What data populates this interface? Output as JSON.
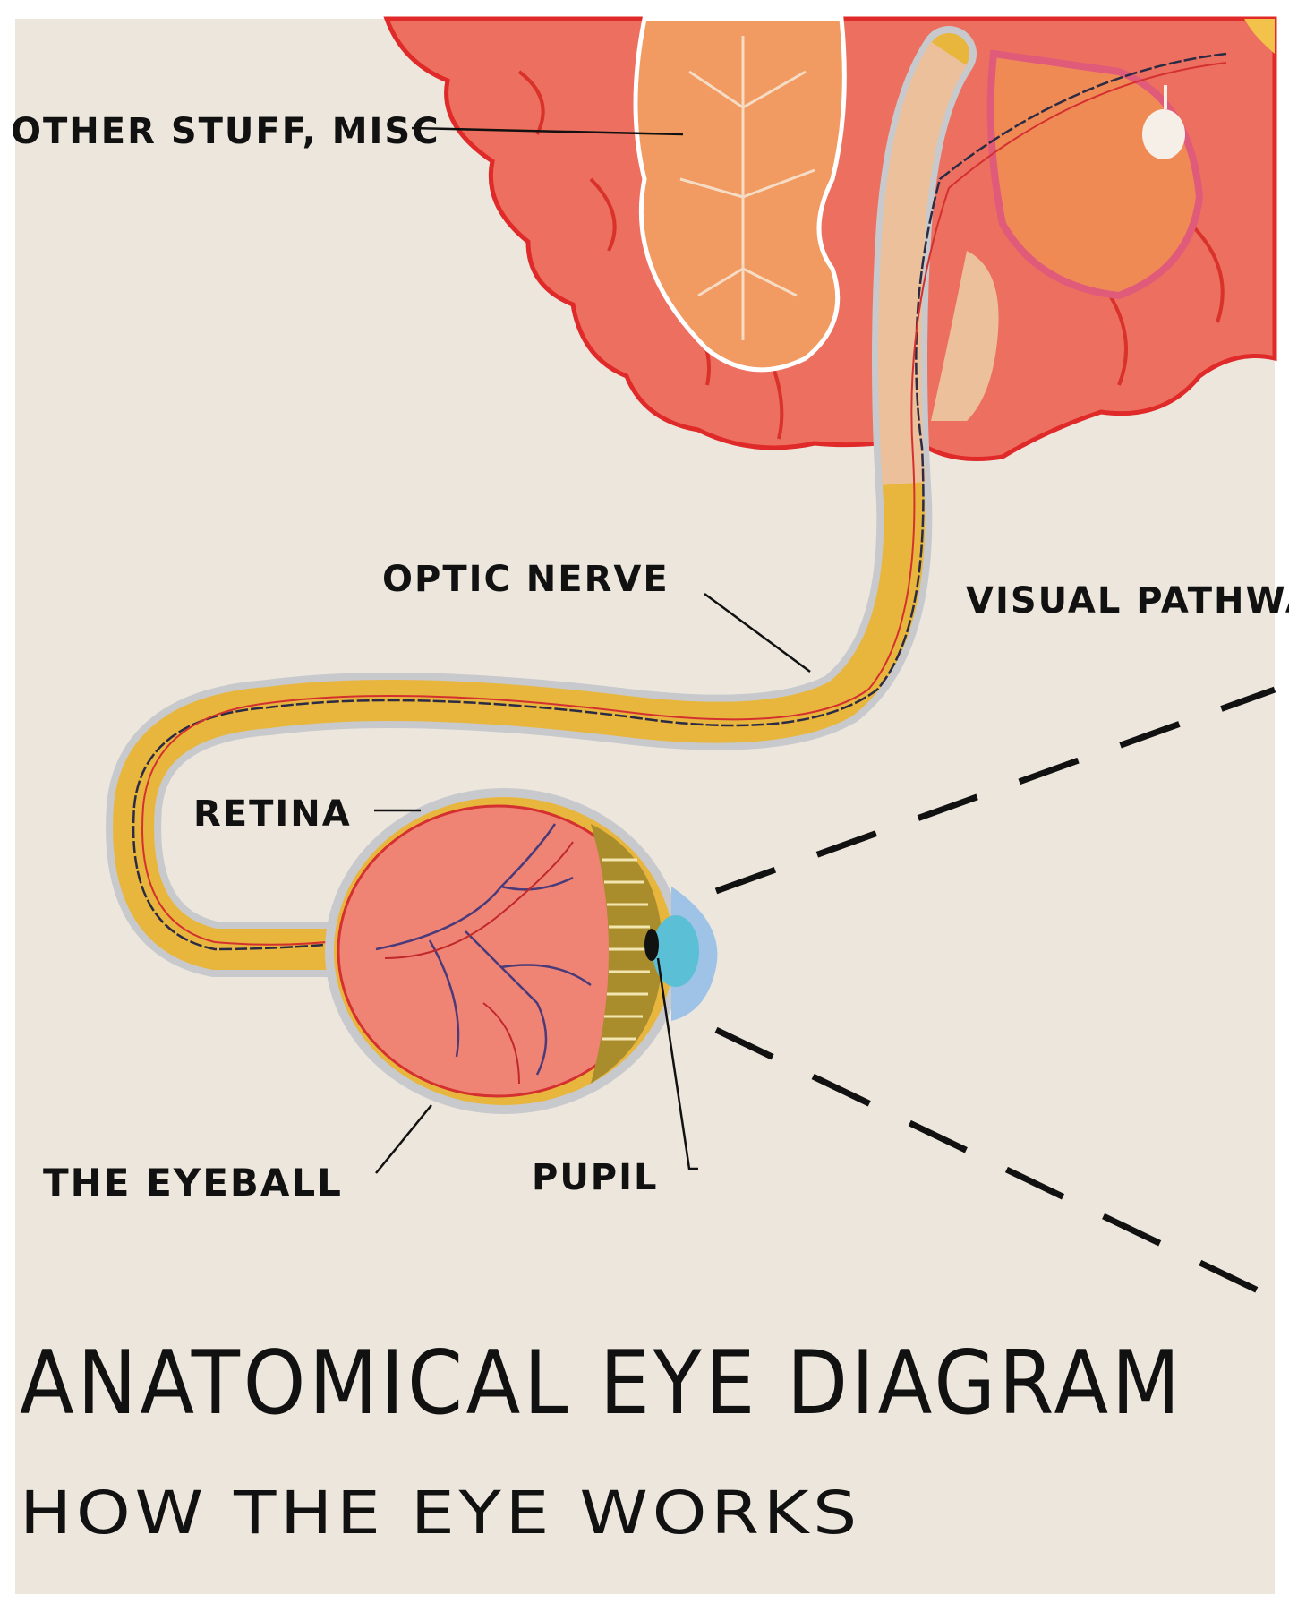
{
  "poster": {
    "title": "ANATOMICAL EYE DIAGRAM",
    "subtitle": "HOW THE EYE WORKS"
  },
  "labels": {
    "other": "OTHER STUFF, MISC",
    "optic_nerve": "OPTIC NERVE",
    "visual_pathway": "VISUAL PATHWA",
    "retina": "RETINA",
    "eyeball": "THE EYEBALL",
    "pupil": "PUPIL"
  },
  "colors": {
    "paper": "#ece6dc",
    "brain": "#ec6f5f",
    "brain_outline": "#e02a2a",
    "inner_organ": "#f19a62",
    "nerve": "#e8b63c",
    "nerve_pale": "#ecc09a",
    "eyeball": "#ef8475",
    "iris": "#5bbfd6",
    "cornea": "#9ec3e6",
    "lens": "#a98c2c"
  }
}
